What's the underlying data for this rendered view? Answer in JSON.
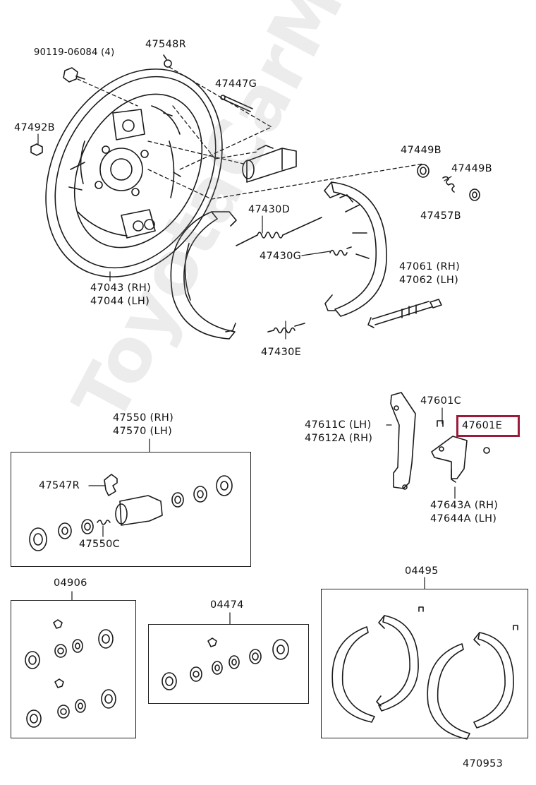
{
  "labels": {
    "bolt": "90119-06084 (4)",
    "bleeder_top": "47548R",
    "plug": "47492B",
    "pin": "47447G",
    "cup_a": "47449B",
    "cup_b": "47449B",
    "spring_d": "47430D",
    "spring_g": "47430G",
    "spring_e": "47430E",
    "spring_b": "47457B",
    "adjuster_rh": "47061 (RH)",
    "adjuster_lh": "47062 (LH)",
    "backing_rh": "47043 (RH)",
    "backing_lh": "47044 (LH)",
    "cylinder_rh": "47550 (RH)",
    "cylinder_lh": "47570 (LH)",
    "bleeder_screw": "47547R",
    "cyl_kit": "47550C",
    "lever_lh": "47611C (LH)",
    "lever_rh": "47612A (RH)",
    "clip_c": "47601C",
    "clip_e": "47601E",
    "strut_rh": "47643A (RH)",
    "strut_lh": "47644A (LH)",
    "kit_04906": "04906",
    "kit_04474": "04474",
    "kit_04495": "04495",
    "diagram_no": "470953"
  },
  "watermark": "ToyotaCarMile.ru",
  "highlight_color": "#9b1b3a"
}
